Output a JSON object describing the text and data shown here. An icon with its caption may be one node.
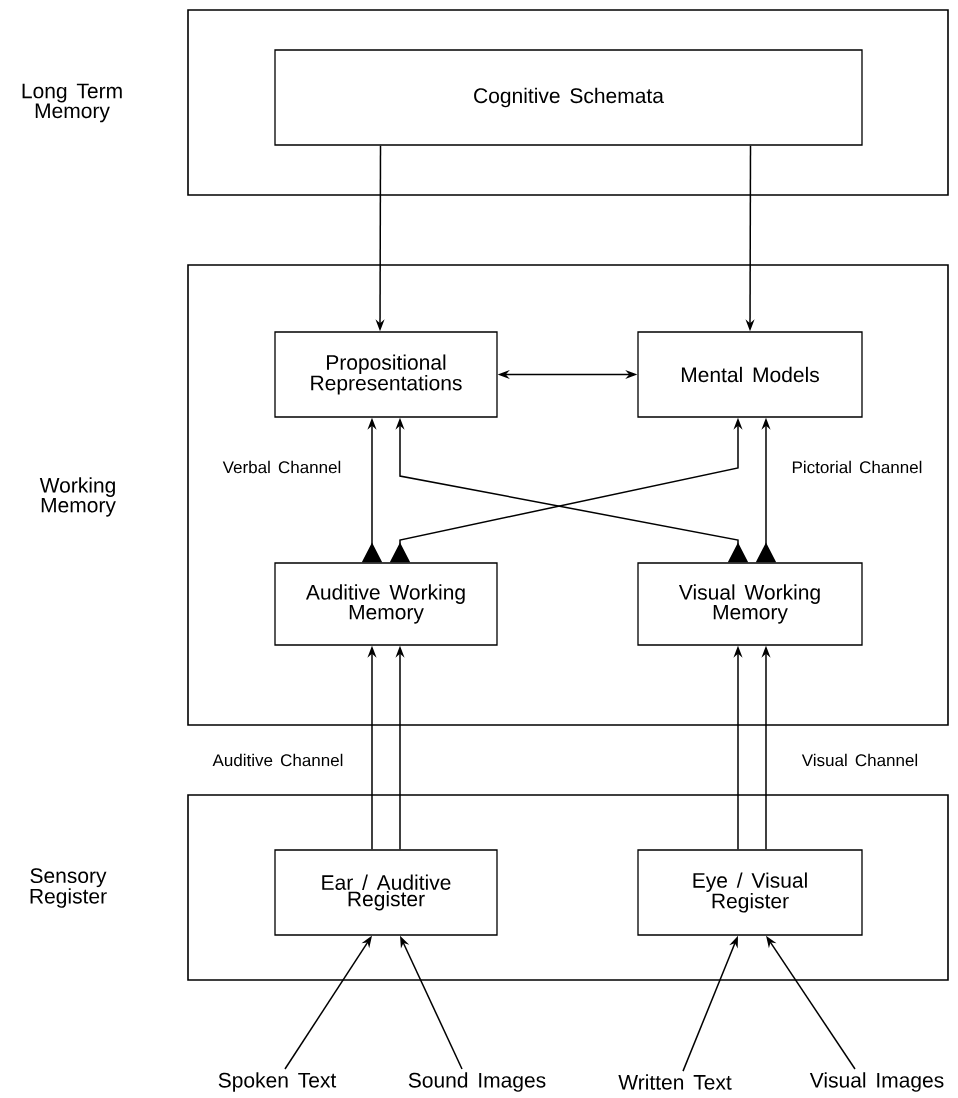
{
  "diagram": {
    "nodes": [
      {
        "text": [
          "Long Term Memory"
        ]
      },
      {
        "text": [
          "Cognitive Schemata"
        ],
        "in": 0
      },
      {
        "text": [
          "Working Memory"
        ]
      },
      {
        "text": [
          "Propositional Representations"
        ],
        "in": 2
      },
      {
        "text": [
          "Mental Models"
        ],
        "in": 2
      },
      {
        "text": [
          "Auditive Working Memory"
        ],
        "in": 2
      },
      {
        "text": [
          "Visual Working Memory"
        ],
        "in": 2
      },
      {
        "text": [
          "Sensory Register"
        ]
      },
      {
        "text": [
          "Ear / Auditive Register"
        ],
        "in": 7
      },
      {
        "text": [
          "Eye / Visual Register"
        ],
        "in": 7
      },
      {
        "text": [
          "Spoken Text"
        ]
      },
      {
        "text": [
          "Sound Images"
        ]
      },
      {
        "text": [
          "Written Text"
        ]
      },
      {
        "text": [
          "Visual Images"
        ]
      }
    ],
    "edges": [
      {
        "from": 1,
        "to": 3,
        "arrow": "to"
      },
      {
        "from": 1,
        "to": 4,
        "arrow": "to"
      },
      {
        "from": 3,
        "to": 4,
        "arrow": "both"
      },
      {
        "from": 5,
        "to": 3,
        "arrow": "to",
        "label": "Verbal Channel"
      },
      {
        "from": 5,
        "to": 4,
        "arrow": "to"
      },
      {
        "from": 6,
        "to": 3,
        "arrow": "to"
      },
      {
        "from": 6,
        "to": 4,
        "arrow": "to",
        "label": "Pictorial Channel"
      },
      {
        "from": 8,
        "to": 5,
        "arrow": "to",
        "label": "Auditive Channel"
      },
      {
        "from": 8,
        "to": 5,
        "arrow": "to"
      },
      {
        "from": 9,
        "to": 6,
        "arrow": "to"
      },
      {
        "from": 9,
        "to": 6,
        "arrow": "to",
        "label": "Visual Channel"
      },
      {
        "from": 10,
        "to": 8,
        "arrow": "to"
      },
      {
        "from": 11,
        "to": 8,
        "arrow": "to"
      },
      {
        "from": 12,
        "to": 9,
        "arrow": "to"
      },
      {
        "from": 13,
        "to": 9,
        "arrow": "to"
      }
    ]
  }
}
